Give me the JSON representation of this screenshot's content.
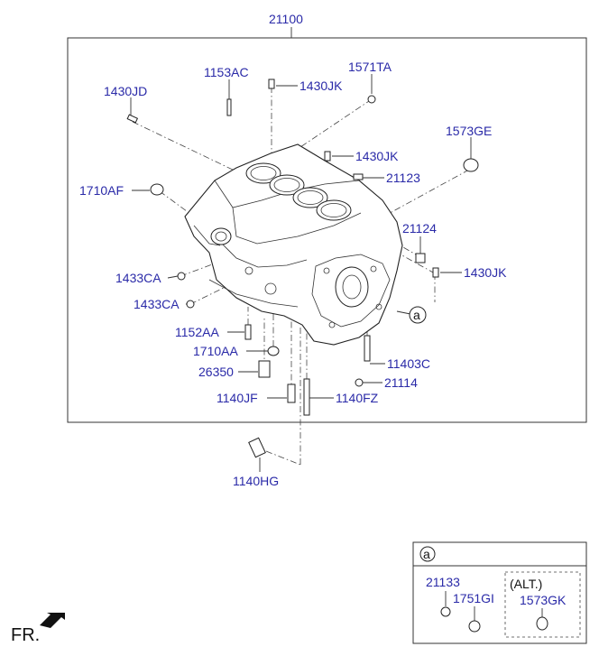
{
  "title_part_no": "21100",
  "callouts": [
    {
      "id": "1430JD",
      "text": "1430JD"
    },
    {
      "id": "1153AC",
      "text": "1153AC"
    },
    {
      "id": "1430JK_top",
      "text": "1430JK"
    },
    {
      "id": "1571TA",
      "text": "1571TA"
    },
    {
      "id": "1573GE",
      "text": "1573GE"
    },
    {
      "id": "1430JK_mid",
      "text": "1430JK"
    },
    {
      "id": "21123",
      "text": "21123"
    },
    {
      "id": "1710AF",
      "text": "1710AF"
    },
    {
      "id": "21124",
      "text": "21124"
    },
    {
      "id": "1430JK_right",
      "text": "1430JK"
    },
    {
      "id": "1433CA_1",
      "text": "1433CA"
    },
    {
      "id": "1433CA_2",
      "text": "1433CA"
    },
    {
      "id": "1152AA",
      "text": "1152AA"
    },
    {
      "id": "1710AA",
      "text": "1710AA"
    },
    {
      "id": "26350",
      "text": "26350"
    },
    {
      "id": "11403C",
      "text": "11403C"
    },
    {
      "id": "21114",
      "text": "21114"
    },
    {
      "id": "1140JF",
      "text": "1140JF"
    },
    {
      "id": "1140FZ",
      "text": "1140FZ"
    },
    {
      "id": "1140HG",
      "text": "1140HG"
    }
  ],
  "ref_marker": "a",
  "inset": {
    "marker": "a",
    "part_a": "21133",
    "part_b": "1751GI",
    "alt_label": "(ALT.)",
    "alt_part": "1573GK"
  },
  "front_label": "FR."
}
